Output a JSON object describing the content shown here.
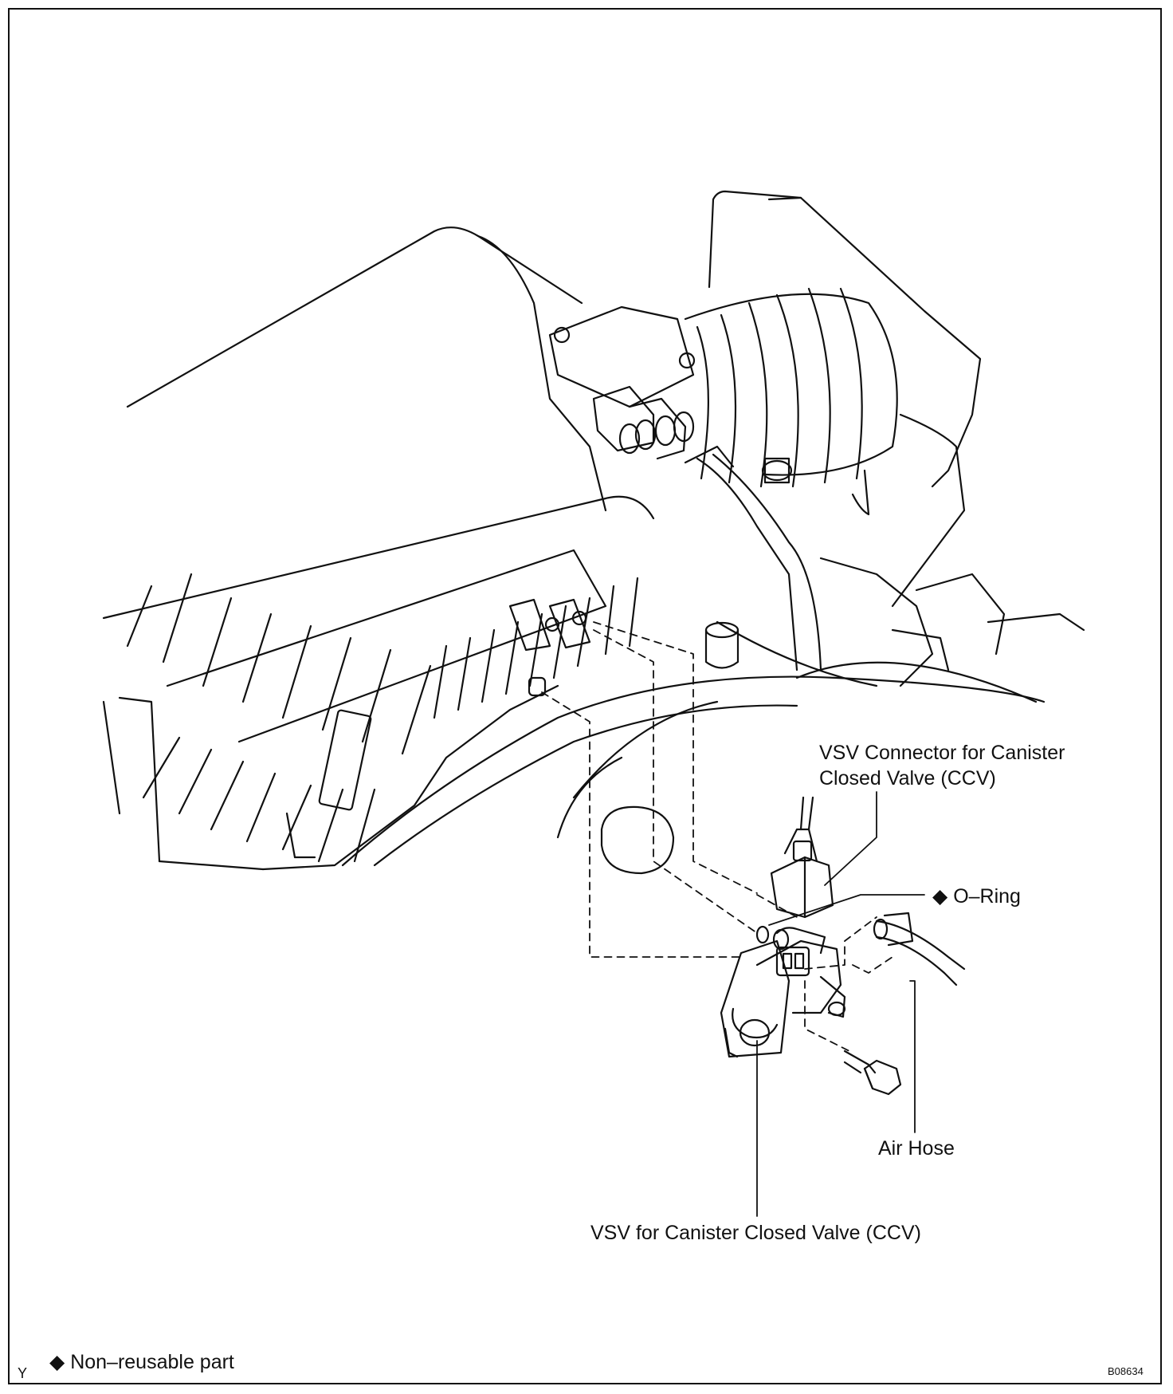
{
  "labels": {
    "vsv_connector": "VSV Connector for Canister\nClosed Valve (CCV)",
    "o_ring": "O–Ring",
    "air_hose": "Air Hose",
    "vsv": "VSV for Canister Closed Valve (CCV)",
    "legend": "Non–reusable part",
    "corner_mark": "Y",
    "figure_code": "B08634"
  },
  "symbols": {
    "non_reusable": "◆"
  },
  "colors": {
    "line": "#111111",
    "background": "#ffffff"
  }
}
